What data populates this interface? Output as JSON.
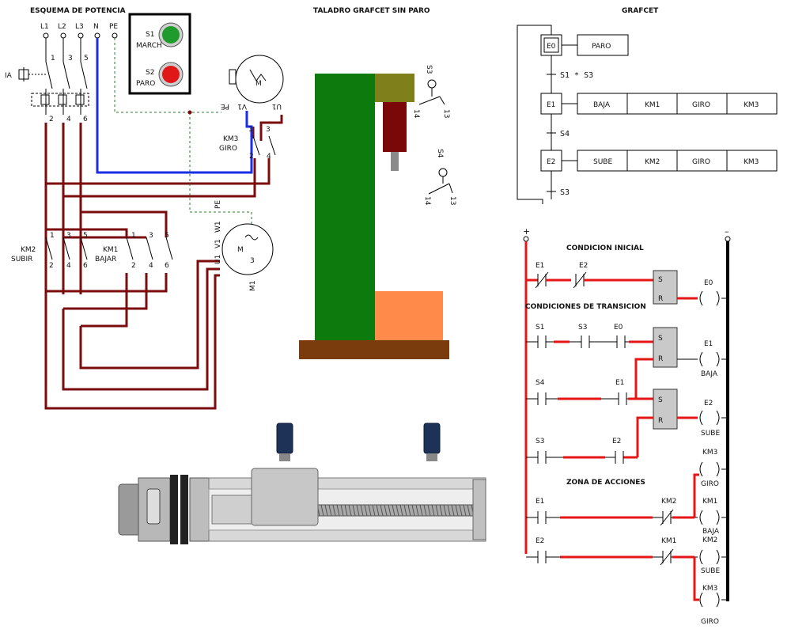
{
  "power": {
    "title": "ESQUEMA DE POTENCIA",
    "lines": [
      "L1",
      "L2",
      "L3",
      "N",
      "PE"
    ],
    "breaker_label": "IA",
    "top_terms": [
      "1",
      "3",
      "5"
    ],
    "bot_terms": [
      "2",
      "4",
      "6"
    ],
    "km2": {
      "name": "KM2",
      "sub": "SUBIR"
    },
    "km1": {
      "name": "KM1",
      "sub": "BAJAR"
    },
    "km3": {
      "name": "KM3",
      "sub": "GIRO",
      "t1": "1",
      "t2": "2",
      "t3": "3",
      "t4": "4"
    },
    "motor_spin": {
      "label": "M",
      "terms": [
        "V1",
        "PE",
        "U1"
      ]
    },
    "motor_main": {
      "label": "M",
      "phase": "3",
      "terms": [
        "W1",
        "V1",
        "U1"
      ],
      "pe": "PE",
      "tag": "M1"
    },
    "colors": {
      "red": "#7a0c0c",
      "blue": "#1a2ee6",
      "green_dash": "#2a7d2a"
    }
  },
  "buttons": {
    "s1": {
      "name": "S1",
      "label": "MARCH",
      "color": "#1f9a2c"
    },
    "s2": {
      "name": "S2",
      "label": "PARO",
      "color": "#e01818"
    }
  },
  "drill": {
    "title": "TALADRO GRAFCET SIN PARO",
    "s3": {
      "name": "S3",
      "t1": "14",
      "t2": "13"
    },
    "s4": {
      "name": "S4",
      "t1": "14",
      "t2": "13"
    },
    "colors": {
      "column": "#0c7a0c",
      "head": "#7f7f1c",
      "spindle": "#7a0808",
      "bit": "#8a8a8a",
      "workpiece": "#ff8a4a",
      "base": "#7a3c0c"
    }
  },
  "grafcet": {
    "title": "GRAFCET",
    "steps": [
      {
        "id": "E0",
        "initial": true,
        "actions": [
          "PARO"
        ]
      },
      {
        "id": "E1",
        "initial": false,
        "actions": [
          "BAJA",
          "KM1",
          "GIRO",
          "KM3"
        ]
      },
      {
        "id": "E2",
        "initial": false,
        "actions": [
          "SUBE",
          "KM2",
          "GIRO",
          "KM3"
        ]
      }
    ],
    "transitions": [
      "S1 * S3",
      "S4",
      "S3"
    ]
  },
  "ladder": {
    "plus": "+",
    "minus": "–",
    "sections": [
      "CONDICION INICIAL",
      "CONDICIONES DE TRANSICION",
      "ZONA DE ACCIONES"
    ],
    "rung1": {
      "c1": "E1",
      "c2": "E2",
      "coil": "E0",
      "set": "S",
      "reset": "R"
    },
    "rung2": {
      "c1": "S1",
      "c2": "S3",
      "c3": "E0",
      "coil": "E1",
      "coil_sub": "BAJA",
      "set": "S",
      "reset": "R"
    },
    "rung3": {
      "c1": "S4",
      "c2": "E1",
      "coil": "E2",
      "coil_sub": "SUBE",
      "set": "S",
      "reset": "R"
    },
    "rung4": {
      "c1": "S3",
      "c2": "E2",
      "coil": "KM3",
      "coil_sub": "GIRO"
    },
    "rung5": {
      "c1": "E1",
      "c2": "KM2",
      "coil": "KM1",
      "coil_sub": "BAJA",
      "coil2": "KM3",
      "coil2_sub": "GIRO"
    },
    "rung6": {
      "c1": "E2",
      "c2": "KM1",
      "coil": "KM2",
      "coil_sub": "SUBE",
      "coil2": "KM3",
      "coil2_sub": "GIRO"
    }
  }
}
